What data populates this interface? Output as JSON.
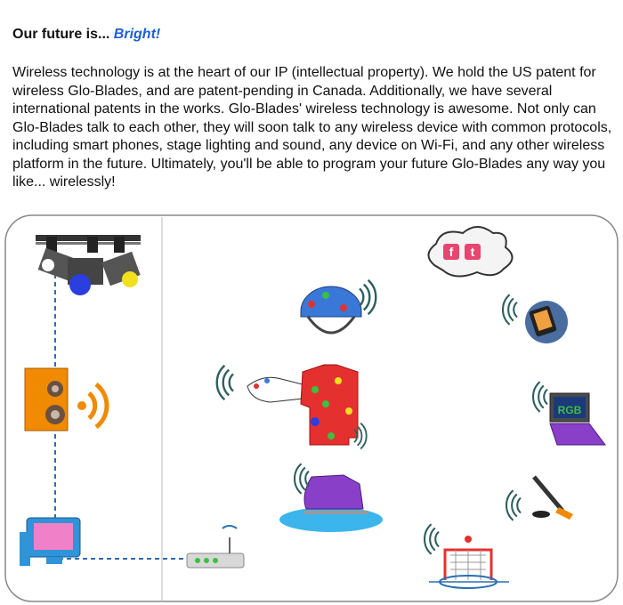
{
  "header": {
    "prefix": "Our future is... ",
    "accent": "Bright!"
  },
  "body": {
    "paragraph": "Wireless technology is at the heart of our IP (intellectual property). We hold the US patent for wireless Glo-Blades, and are patent-pending in Canada. Additionally, we have several international patents in the works. Glo-Blades' wireless technology is awesome. Not only can Glo-Blades talk to each other, they will soon talk to any wireless device with common protocols, including smart phones, stage lighting and sound, any device on Wi-Fi, and any other wireless platform in the future. Ultimately, you'll be able to program your future Glo-Blades any way you like... wirelessly!"
  },
  "diagram": {
    "social_labels": [
      "f",
      "t"
    ],
    "laptop_label": "RGB",
    "icons": [
      "stage-lights-icon",
      "speaker-icon",
      "computer-icon",
      "router-icon",
      "helmet-icon",
      "glove-icon",
      "jersey-icon",
      "skate-icon",
      "cloud-social-icon",
      "smartphone-icon",
      "laptop-icon",
      "hockey-stick-icon",
      "hockey-net-icon"
    ]
  },
  "colors": {
    "accent": "#1f5fd6",
    "wave": "#2f5f5f",
    "dashed_link": "#2a6fb0",
    "speaker": "#f08a00",
    "jersey": "#e53030",
    "helmet": "#3a78d8",
    "skate": "#8a3fc9",
    "ice": "#19a8e8"
  }
}
